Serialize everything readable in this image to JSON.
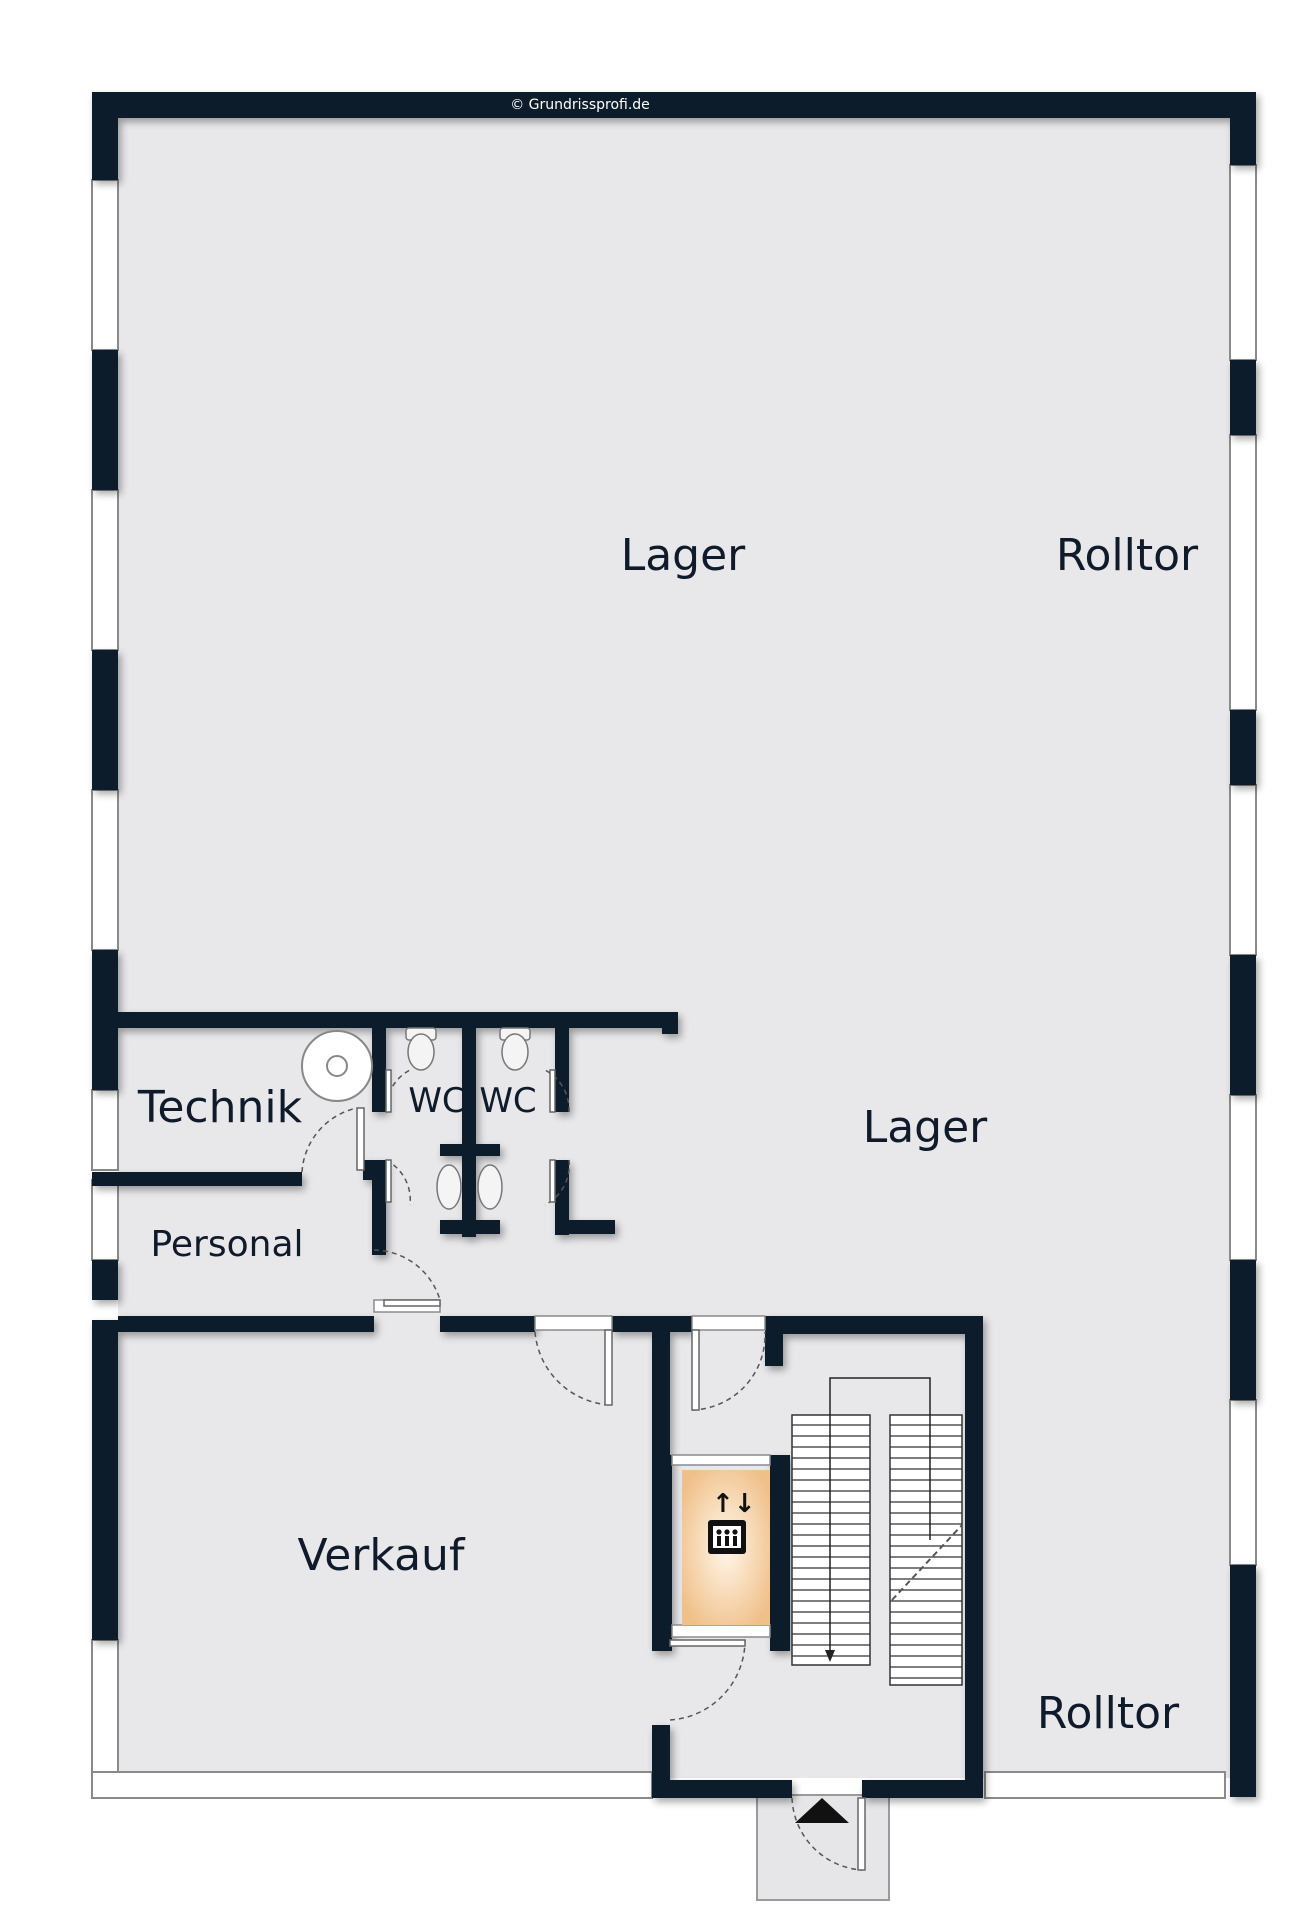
{
  "copyright": "© Grundrissprofi.de",
  "rooms": {
    "lager_main": "Lager",
    "rolltor_right": "Rolltor",
    "technik": "Technik",
    "wc_left": "WC",
    "wc_right": "WC",
    "lager_second": "Lager",
    "personal": "Personal",
    "verkauf": "Verkauf",
    "rolltor_bottom": "Rolltor"
  },
  "colors": {
    "wall": "#0f1a2b",
    "floor": "#e8e8ea",
    "elevator": "#f2c99a",
    "background": "#ffffff"
  },
  "icons": {
    "elevator": "elevator-icon",
    "entrance": "entrance-arrow-icon",
    "stairs": "staircase-icon",
    "boiler": "boiler-icon"
  }
}
